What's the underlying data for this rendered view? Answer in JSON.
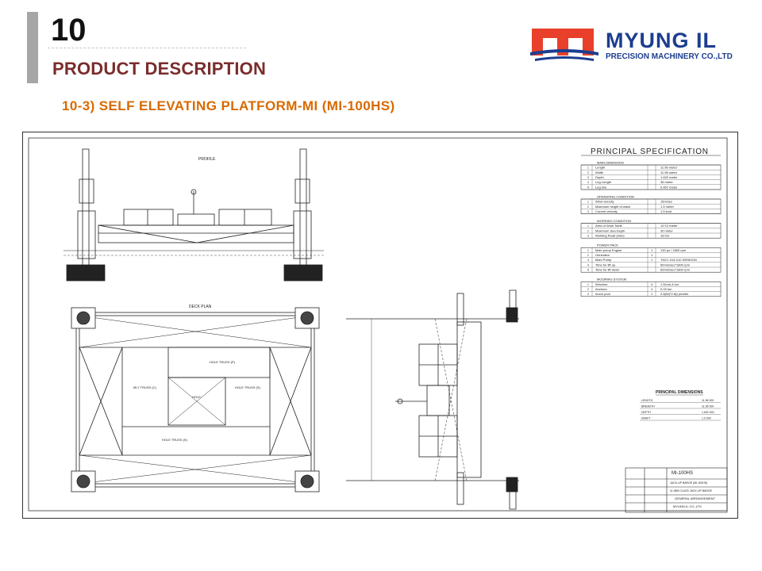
{
  "header": {
    "page_number": "10",
    "section_title": "PRODUCT DESCRIPTION",
    "subtitle": "10-3) SELF ELEVATING PLATFORM-MI (MI-100HS)"
  },
  "logo": {
    "name": "MYUNG IL",
    "tagline": "PRECISION MACHINERY CO.,LTD",
    "colors": {
      "red": "#e8402a",
      "blue": "#1c3d8f"
    }
  },
  "drawing": {
    "profile_label": "PROFILE",
    "deck_plan_label": "DECK PLAN",
    "spec_title": "PRINCIPAL SPECIFICATION",
    "spec_sections": [
      {
        "title": "MAIN DIMENSION",
        "rows": [
          {
            "no": "1",
            "item": "Length",
            "qty": "",
            "value": "11.96 meter"
          },
          {
            "no": "2",
            "item": "Width",
            "qty": "",
            "value": "11.96 meter"
          },
          {
            "no": "3",
            "item": "Depth",
            "qty": "",
            "value": "1.632 meter"
          },
          {
            "no": "4",
            "item": "Leg Length",
            "qty": "",
            "value": "36 meter"
          },
          {
            "no": "5",
            "item": "Leg Dia",
            "qty": "",
            "value": "0.457 meter"
          }
        ]
      },
      {
        "title": "OPERATING CONDITION",
        "rows": [
          {
            "no": "1",
            "item": "Wind velocity",
            "qty": "",
            "value": "15m/sec"
          },
          {
            "no": "2",
            "item": "Maximum height of wave",
            "qty": "",
            "value": "1.5 meter"
          },
          {
            "no": "3",
            "item": "Current velocity",
            "qty": "",
            "value": "1.5 knot"
          }
        ]
      },
      {
        "title": "WORKING CONDITION",
        "rows": [
          {
            "no": "1",
            "item": "Area of Work Table",
            "qty": "",
            "value": "11*12 meter"
          },
          {
            "no": "2",
            "item": "Maximum Sea Depth",
            "qty": "",
            "value": "30 meter"
          },
          {
            "no": "3",
            "item": "Working Road (max)",
            "qty": "",
            "value": "18 ton"
          }
        ]
      },
      {
        "title": "POWER PACK",
        "rows": [
          {
            "no": "1",
            "item": "Main pump Engine",
            "qty": "1",
            "value": "130 ps / 1800 rpm"
          },
          {
            "no": "2",
            "item": "Generator",
            "qty": "1",
            "value": ""
          },
          {
            "no": "3",
            "item": "Main Pump",
            "qty": "1",
            "value": "T6CC-014-010  DENISON"
          },
          {
            "no": "4",
            "item": "Time for lift up",
            "qty": "",
            "value": "50mm/sec*1800 rpm"
          },
          {
            "no": "5",
            "item": "Time for lift down",
            "qty": "",
            "value": "60mm/sec*1800 rpm"
          }
        ]
      },
      {
        "title": "MOORING SYSTEM",
        "rows": [
          {
            "no": "1",
            "item": "Winches",
            "qty": "4",
            "value": "1 Drum,4 ton"
          },
          {
            "no": "2",
            "item": "Anchors",
            "qty": "4",
            "value": "0.15 ton"
          },
          {
            "no": "3",
            "item": "moon pool",
            "qty": "1",
            "value": "2.8(W)*2.8(L)/meter"
          }
        ]
      }
    ],
    "principal_dimensions": {
      "title": "PRINCIPAL DIMENSIONS",
      "rows": [
        {
          "label": "LENGTH",
          "value": "11.96 000"
        },
        {
          "label": "BREADTH",
          "value": "11.96 000"
        },
        {
          "label": "DEPTH",
          "value": "1.632 000"
        },
        {
          "label": "DRAFT",
          "value": "1.0 000"
        }
      ]
    },
    "deck_labels": {
      "hold_top": "HOLE TRUSS (P)",
      "hold_left": "MLT TRUSS (C)",
      "hold_right": "HOLE TRUSS (S)",
      "hole": "HOLE",
      "hold_bottom": "HOLE TRUSS (S)"
    },
    "title_block": {
      "model": "MI-100HS",
      "project": "JACK-UP BARGE (MI-100HS)",
      "title_line": "11.96M CLASS JACK-UP BARGE",
      "drawing_name": "GENERAL ARRANGEMENT",
      "company": "MYUNG-IL CO.,LTD"
    }
  }
}
